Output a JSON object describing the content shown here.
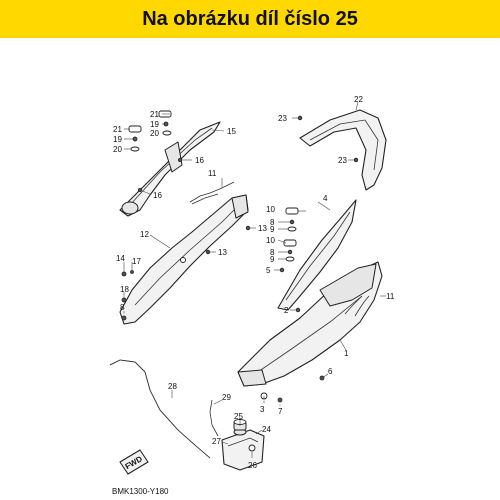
{
  "header": {
    "title": "Na obrázku díl číslo 25",
    "color": "#ffd800"
  },
  "diagram": {
    "code": "BMK1300-Y180",
    "fwd_label": "FWD",
    "callouts": [
      {
        "id": "21a",
        "text": "21"
      },
      {
        "id": "19a",
        "text": "19"
      },
      {
        "id": "20a",
        "text": "20"
      },
      {
        "id": "21b",
        "text": "21"
      },
      {
        "id": "19b",
        "text": "19"
      },
      {
        "id": "20b",
        "text": "20"
      },
      {
        "id": "15",
        "text": "15"
      },
      {
        "id": "16a",
        "text": "16"
      },
      {
        "id": "16b",
        "text": "16"
      },
      {
        "id": "11a",
        "text": "11"
      },
      {
        "id": "13a",
        "text": "13"
      },
      {
        "id": "12",
        "text": "12"
      },
      {
        "id": "13b",
        "text": "13"
      },
      {
        "id": "14",
        "text": "14"
      },
      {
        "id": "17",
        "text": "17"
      },
      {
        "id": "18",
        "text": "18"
      },
      {
        "id": "8a",
        "text": "8"
      },
      {
        "id": "22",
        "text": "22"
      },
      {
        "id": "23a",
        "text": "23"
      },
      {
        "id": "23b",
        "text": "23"
      },
      {
        "id": "10a",
        "text": "10"
      },
      {
        "id": "4",
        "text": "4"
      },
      {
        "id": "8b",
        "text": "8"
      },
      {
        "id": "9a",
        "text": "9"
      },
      {
        "id": "10b",
        "text": "10"
      },
      {
        "id": "8c",
        "text": "8"
      },
      {
        "id": "9b",
        "text": "9"
      },
      {
        "id": "5",
        "text": "5"
      },
      {
        "id": "2",
        "text": "2"
      },
      {
        "id": "11b",
        "text": "11"
      },
      {
        "id": "1",
        "text": "1"
      },
      {
        "id": "6",
        "text": "6"
      },
      {
        "id": "3",
        "text": "3"
      },
      {
        "id": "7",
        "text": "7"
      },
      {
        "id": "28",
        "text": "28"
      },
      {
        "id": "29",
        "text": "29"
      },
      {
        "id": "27",
        "text": "27"
      },
      {
        "id": "25",
        "text": "25"
      },
      {
        "id": "24",
        "text": "24"
      },
      {
        "id": "26",
        "text": "26"
      }
    ]
  }
}
